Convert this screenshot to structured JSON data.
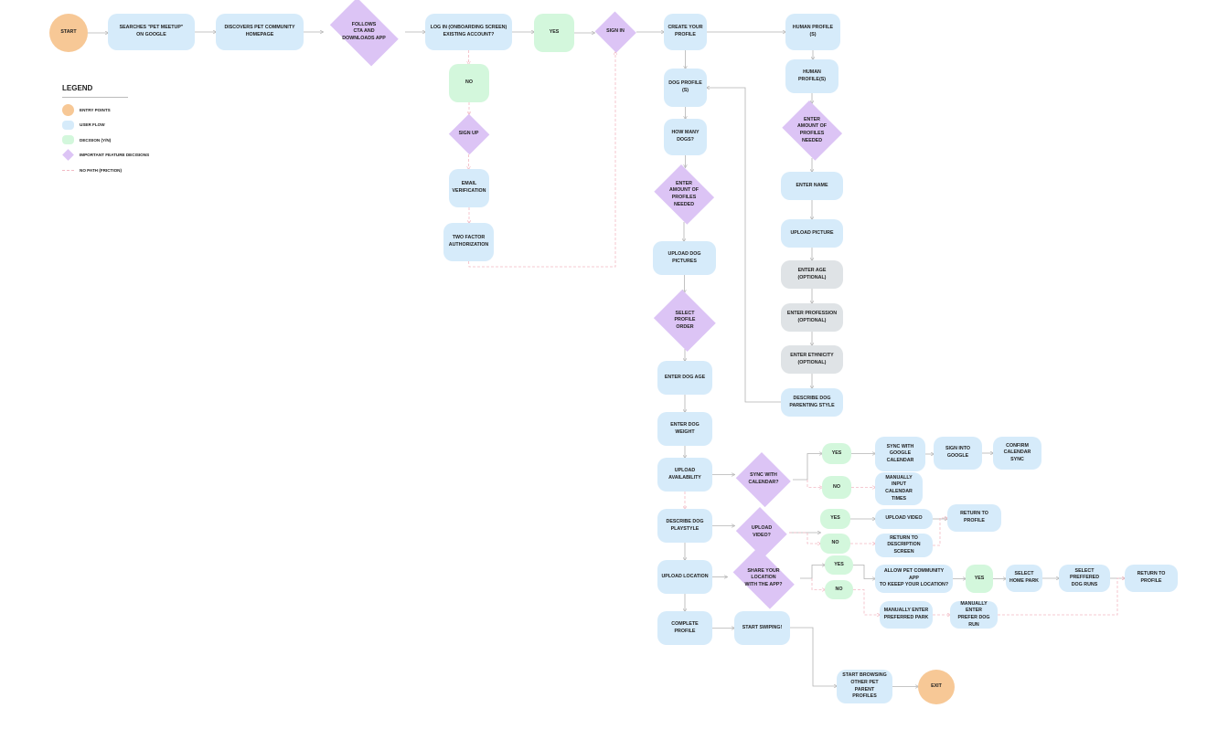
{
  "colors": {
    "entry": "#f7c896",
    "user_flow": "#d6ebfa",
    "decision": "#d3f7dc",
    "feature_decision": "#dcc4f5",
    "optional": "#dfe3e6",
    "edge": "#b3b3b3",
    "friction_edge": "#f2b9c3"
  },
  "legend": {
    "title": "LEGEND",
    "items": [
      {
        "swatch": "entry",
        "label": "ENTRY POINTS"
      },
      {
        "swatch": "flow",
        "label": "USER FLOW"
      },
      {
        "swatch": "green",
        "label": "DECISION (Y/N)"
      },
      {
        "swatch": "diamond",
        "label": "IMPORTANT FEATURE DECISIONS"
      },
      {
        "swatch": "dash",
        "label": "NO PATH (FRICTION)"
      }
    ]
  },
  "nodes": [
    {
      "id": "start",
      "type": "entry",
      "label": "START"
    },
    {
      "id": "searches",
      "type": "flow",
      "label": "SEARCHES \"PET MEETUP\"\nON GOOGLE"
    },
    {
      "id": "discovers",
      "type": "flow",
      "label": "DISCOVERS PET COMMUNITY\nHOMEPAGE"
    },
    {
      "id": "follows",
      "type": "diamond",
      "label": "FOLLOWS\nCTA AND\nDOWNLOADS APP"
    },
    {
      "id": "login",
      "type": "flow",
      "label": "LOG IN (ONBOARDING SCREEN)\nEXISTING ACCOUNT?"
    },
    {
      "id": "yes1",
      "type": "green",
      "label": "YES"
    },
    {
      "id": "signin",
      "type": "diamond",
      "label": "SIGN IN"
    },
    {
      "id": "create",
      "type": "flow",
      "label": "CREATE YOUR\nPROFILE"
    },
    {
      "id": "human1",
      "type": "flow",
      "label": "HUMAN PROFILE (S)"
    },
    {
      "id": "no1",
      "type": "green",
      "label": "NO"
    },
    {
      "id": "signup",
      "type": "diamond",
      "label": "SIGN UP"
    },
    {
      "id": "email",
      "type": "flow",
      "label": "EMAIL\nVERIFICATION"
    },
    {
      "id": "twofactor",
      "type": "flow",
      "label": "TWO FACTOR\nAUTHORIZATION"
    },
    {
      "id": "dogprofile",
      "type": "flow",
      "label": "DOG PROFILE\n(S)"
    },
    {
      "id": "howmany",
      "type": "flow",
      "label": "HOW MANY\nDOGS?"
    },
    {
      "id": "enteramount",
      "type": "diamond",
      "label": "ENTER\nAMOUNT OF\nPROFILES\nNEEDED"
    },
    {
      "id": "uploaddogpics",
      "type": "flow",
      "label": "UPLOAD DOG PICTURES"
    },
    {
      "id": "selectorder",
      "type": "diamond",
      "label": "SELECT\nPROFILE\nORDER"
    },
    {
      "id": "dogage",
      "type": "flow",
      "label": "ENTER DOG AGE"
    },
    {
      "id": "dogweight",
      "type": "flow",
      "label": "ENTER DOG WEIGHT"
    },
    {
      "id": "uploadavail",
      "type": "flow",
      "label": "UPLOAD\nAVAILABILITY"
    },
    {
      "id": "synccal",
      "type": "diamond",
      "label": "SYNC WITH\nCALENDAR?"
    },
    {
      "id": "yes2",
      "type": "green",
      "label": "YES"
    },
    {
      "id": "syncgoogle",
      "type": "flow",
      "label": "SYNC WITH\nGOOGLE\nCALENDAR"
    },
    {
      "id": "signgoogle",
      "type": "flow",
      "label": "SIGN INTO\nGOOGLE"
    },
    {
      "id": "confirmcal",
      "type": "flow",
      "label": "CONFIRM\nCALENDAR SYNC"
    },
    {
      "id": "no2",
      "type": "green",
      "label": "NO"
    },
    {
      "id": "manualcal",
      "type": "flow",
      "label": "MANUALLY INPUT\nCALENDAR TIMES"
    },
    {
      "id": "describeplay",
      "type": "flow",
      "label": "DESCRIBE DOG\nPLAYSTYLE"
    },
    {
      "id": "uploadvideo",
      "type": "diamond",
      "label": "UPLOAD\nVIDEO?"
    },
    {
      "id": "yes3",
      "type": "green",
      "label": "YES"
    },
    {
      "id": "uploadvideo2",
      "type": "flow",
      "label": "UPLOAD VIDEO"
    },
    {
      "id": "returnprofile1",
      "type": "flow",
      "label": "RETURN TO PROFILE"
    },
    {
      "id": "no3",
      "type": "green",
      "label": "NO"
    },
    {
      "id": "returndesc",
      "type": "flow",
      "label": "RETURN TO\nDESCRIPTION SCREEN"
    },
    {
      "id": "uploadloc",
      "type": "flow",
      "label": "UPLOAD LOCATION"
    },
    {
      "id": "sharelocation",
      "type": "diamond",
      "label": "SHARE YOUR\nLOCATION\nWITH THE APP?"
    },
    {
      "id": "yes4",
      "type": "green",
      "label": "YES"
    },
    {
      "id": "allowloc",
      "type": "flow",
      "label": "ALLOW PET COMMUNITY APP\nTO KEEEP YOUR LOCATION?"
    },
    {
      "id": "yes5",
      "type": "green",
      "label": "YES"
    },
    {
      "id": "selecthomepark",
      "type": "flow",
      "label": "SELECT\nHOME PARK"
    },
    {
      "id": "selectdogruns",
      "type": "flow",
      "label": "SELECT PREFFERED\nDOG RUNS"
    },
    {
      "id": "returnprofile2",
      "type": "flow",
      "label": "RETURN TO\nPROFILE"
    },
    {
      "id": "no4",
      "type": "green",
      "label": "NO"
    },
    {
      "id": "manualpark",
      "type": "flow",
      "label": "MANUALLY ENTER\nPREFERRED PARK"
    },
    {
      "id": "manualrun",
      "type": "flow",
      "label": "MANUALLY ENTER\nPREFER DOG RUN"
    },
    {
      "id": "completeprofile",
      "type": "flow",
      "label": "COMPLETE PROFILE"
    },
    {
      "id": "startswiping",
      "type": "flow",
      "label": "START SWIPING!"
    },
    {
      "id": "startbrowsing",
      "type": "flow",
      "label": "START BROWSING\nOTHER PET PARENT\nPROFILES"
    },
    {
      "id": "exit",
      "type": "entry",
      "label": "EXIT"
    },
    {
      "id": "human2",
      "type": "flow",
      "label": "HUMAN PROFILE(S)"
    },
    {
      "id": "enteramounth",
      "type": "diamond",
      "label": "ENTER\nAMOUNT OF\nPROFILES\nNEEDED"
    },
    {
      "id": "entername",
      "type": "flow",
      "label": "ENTER NAME"
    },
    {
      "id": "uploadpicture",
      "type": "flow",
      "label": "UPLOAD PICTURE"
    },
    {
      "id": "enterage",
      "type": "gray",
      "label": "ENTER AGE (OPTIONAL)"
    },
    {
      "id": "enterprof",
      "type": "gray",
      "label": "ENTER PROFESSION\n(OPTIONAL)"
    },
    {
      "id": "entereth",
      "type": "gray",
      "label": "ENTER ETHNICITY\n(OPTIONAL)"
    },
    {
      "id": "describeparent",
      "type": "flow",
      "label": "DESCRIBE DOG\nPARENTING STYLE"
    }
  ]
}
